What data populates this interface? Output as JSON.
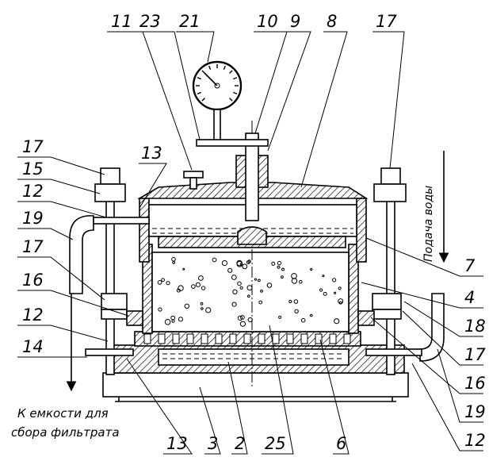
{
  "labels": {
    "top": [
      "11",
      "23",
      "21",
      "10",
      "9",
      "8",
      "17"
    ],
    "left": [
      "17",
      "15",
      "12",
      "19",
      "17",
      "16",
      "12",
      "14"
    ],
    "right": [
      "7",
      "4",
      "18",
      "17",
      "16",
      "19",
      "12"
    ],
    "bottom": [
      "13",
      "3",
      "2",
      "25",
      "6"
    ],
    "inner": [
      "13"
    ]
  },
  "captions": {
    "filtrate_line1": "К емкости для",
    "filtrate_line2": "сбора фильтрата",
    "water_supply": "Подача воды"
  }
}
